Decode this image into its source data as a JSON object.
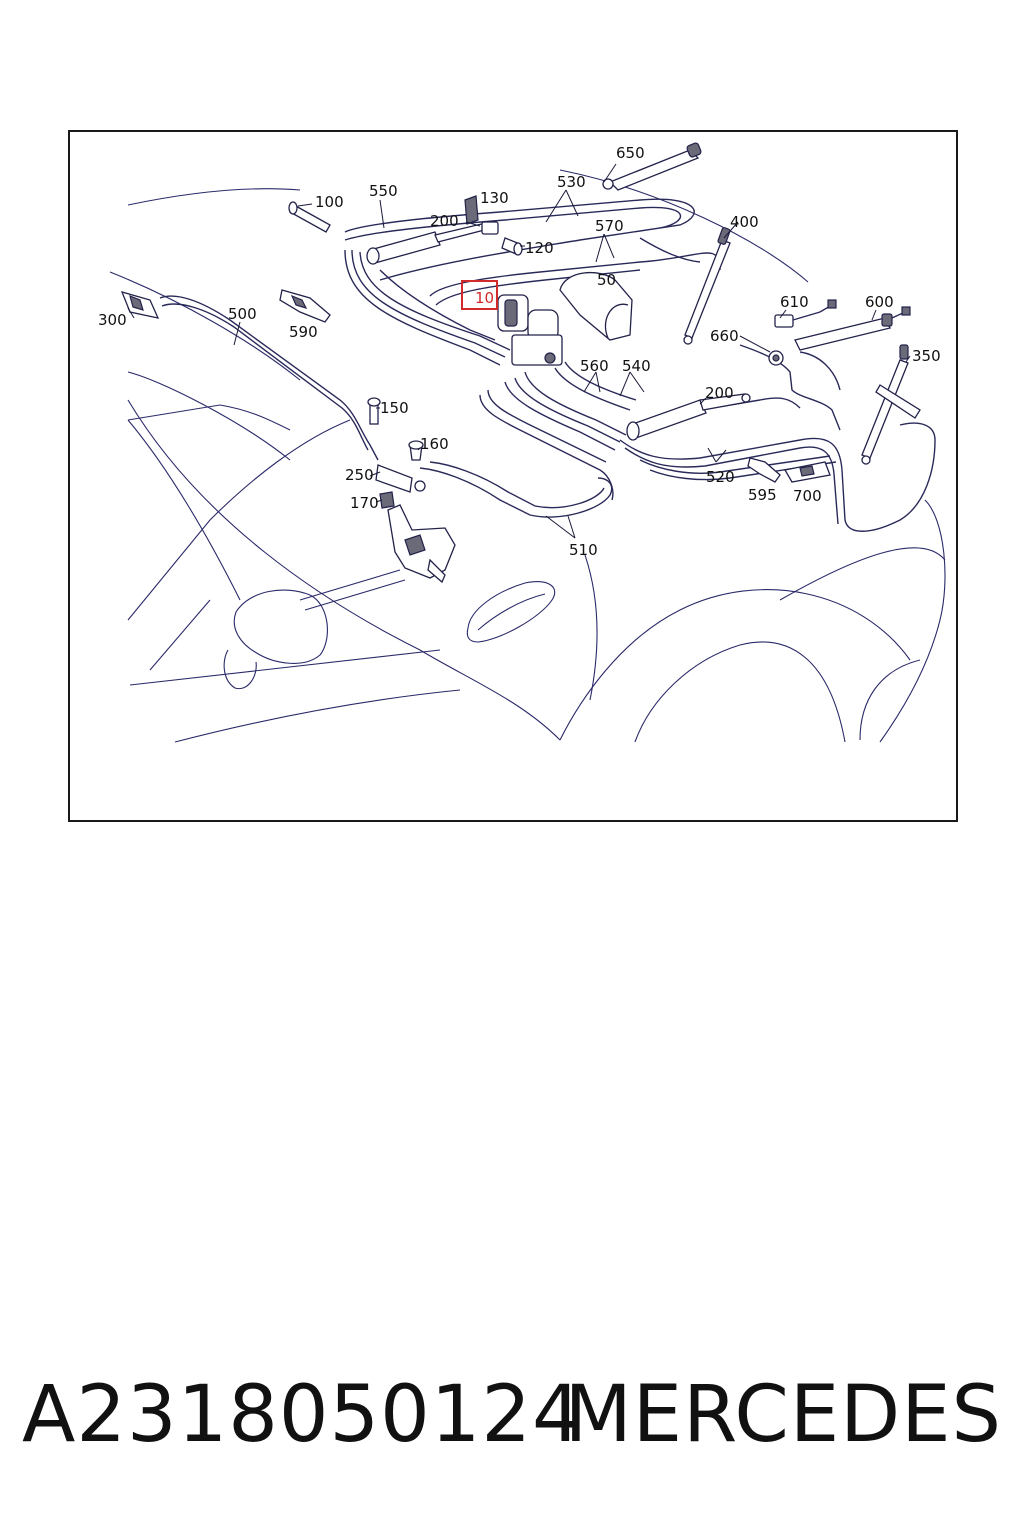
{
  "diagram": {
    "callouts": [
      "650",
      "530",
      "100",
      "550",
      "130",
      "200",
      "120",
      "570",
      "400",
      "50",
      "10",
      "610",
      "600",
      "300",
      "500",
      "590",
      "660",
      "350",
      "560",
      "540",
      "200",
      "150",
      "160",
      "250",
      "520",
      "595",
      "700",
      "170",
      "510"
    ],
    "highlighted_callout": "10",
    "highlight_color": "#d22a2a",
    "line_color": "#2a2a5a"
  },
  "footer": {
    "part_number": "A2318050124",
    "brand": "MERCEDES"
  }
}
